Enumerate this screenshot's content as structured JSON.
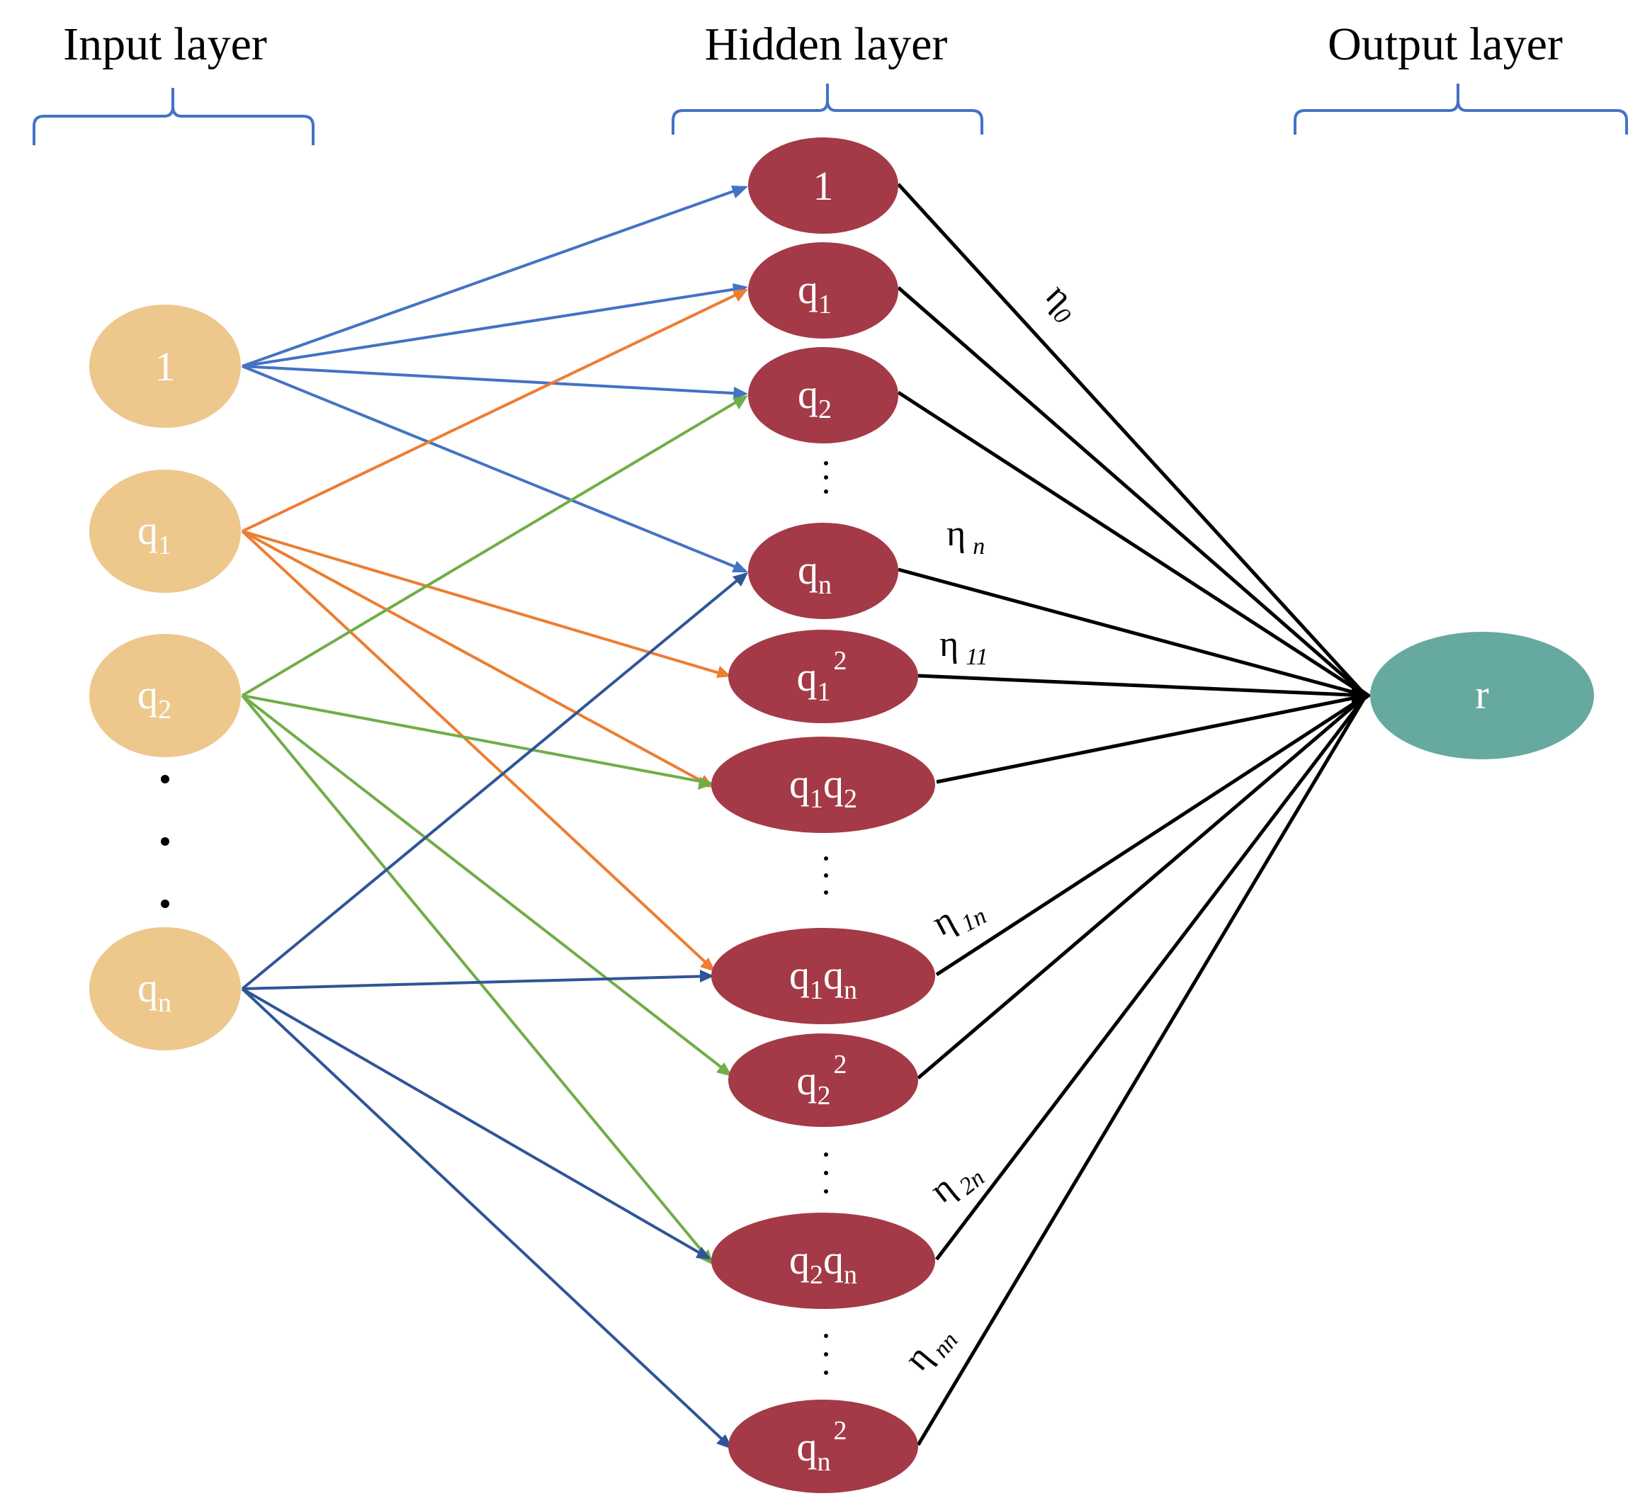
{
  "layers": {
    "input": {
      "title": "Input layer"
    },
    "hidden": {
      "title": "Hidden layer"
    },
    "output": {
      "title": "Output layer"
    }
  },
  "input_nodes": [
    {
      "id": "1",
      "base": "1",
      "sub": "",
      "sup": ""
    },
    {
      "id": "q1",
      "base": "q",
      "sub": "1",
      "sup": ""
    },
    {
      "id": "q2",
      "base": "q",
      "sub": "2",
      "sup": ""
    },
    {
      "id": "qn",
      "base": "q",
      "sub": "n",
      "sup": ""
    }
  ],
  "hidden_nodes": [
    {
      "id": "h1",
      "label": "1"
    },
    {
      "id": "hq1",
      "base": "q",
      "sub": "1"
    },
    {
      "id": "hq2",
      "base": "q",
      "sub": "2"
    },
    {
      "id": "hqn",
      "base": "q",
      "sub": "n"
    },
    {
      "id": "hq1sq",
      "base": "q",
      "sub": "1",
      "sup": "2"
    },
    {
      "id": "hq1q2",
      "base1": "q",
      "sub1": "1",
      "base2": "q",
      "sub2": "2"
    },
    {
      "id": "hq1qn",
      "base1": "q",
      "sub1": "1",
      "base2": "q",
      "sub2": "n"
    },
    {
      "id": "hq2sq",
      "base": "q",
      "sub": "2",
      "sup": "2"
    },
    {
      "id": "hq2qn",
      "base1": "q",
      "sub1": "2",
      "base2": "q",
      "sub2": "n"
    },
    {
      "id": "hqnsq",
      "base": "q",
      "sub": "n",
      "sup": "2"
    }
  ],
  "output_node": {
    "label": "r"
  },
  "weights": [
    {
      "id": "eta0",
      "base": "η",
      "sub": "0"
    },
    {
      "id": "etan",
      "base": "η",
      "sub": "n"
    },
    {
      "id": "eta11",
      "base": "η",
      "sub": "11"
    },
    {
      "id": "eta1n",
      "base": "η",
      "sub": "1n"
    },
    {
      "id": "eta2n",
      "base": "η",
      "sub": "2n"
    },
    {
      "id": "etann",
      "base": "η",
      "sub": "nn"
    }
  ],
  "colors": {
    "input_fill": "#EDC78C",
    "hidden_fill": "#A43A47",
    "output_fill": "#66A9A0",
    "bracket": "#4472C4",
    "edge_from_1": "#4472C4",
    "edge_from_q1": "#ED7D31",
    "edge_from_q2": "#70AD47",
    "edge_from_qn": "#2F5597",
    "edge_to_output": "#000000"
  }
}
